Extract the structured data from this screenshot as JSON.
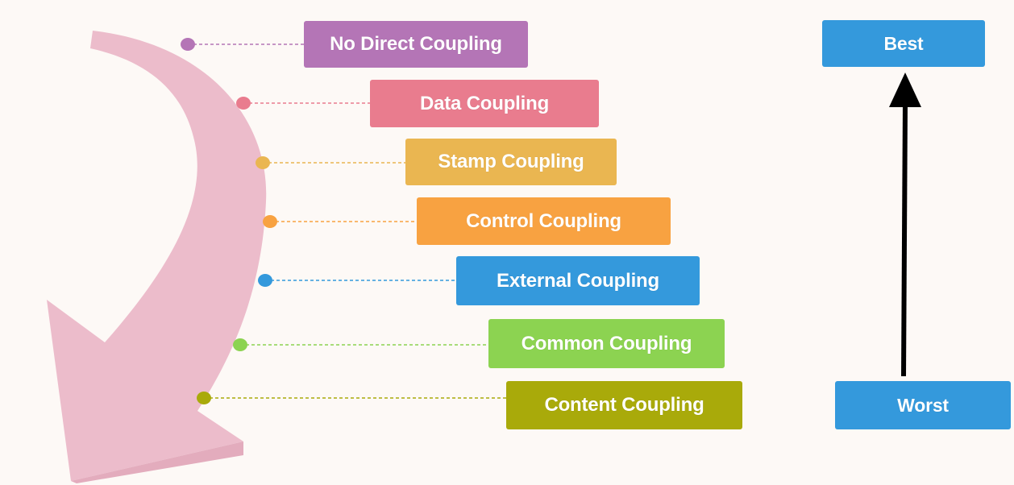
{
  "levels": [
    {
      "label": "No Direct Coupling",
      "color": "#b475b6"
    },
    {
      "label": "Data Coupling",
      "color": "#e97c8e"
    },
    {
      "label": "Stamp Coupling",
      "color": "#eab651"
    },
    {
      "label": "Control Coupling",
      "color": "#f8a241"
    },
    {
      "label": "External Coupling",
      "color": "#3499dc"
    },
    {
      "label": "Common Coupling",
      "color": "#8cd351"
    },
    {
      "label": "Content Coupling",
      "color": "#a9aa0a"
    }
  ],
  "scale": {
    "best_label": "Best",
    "worst_label": "Worst",
    "color": "#3499dc"
  },
  "curved_arrow_color": "#ecbccb"
}
